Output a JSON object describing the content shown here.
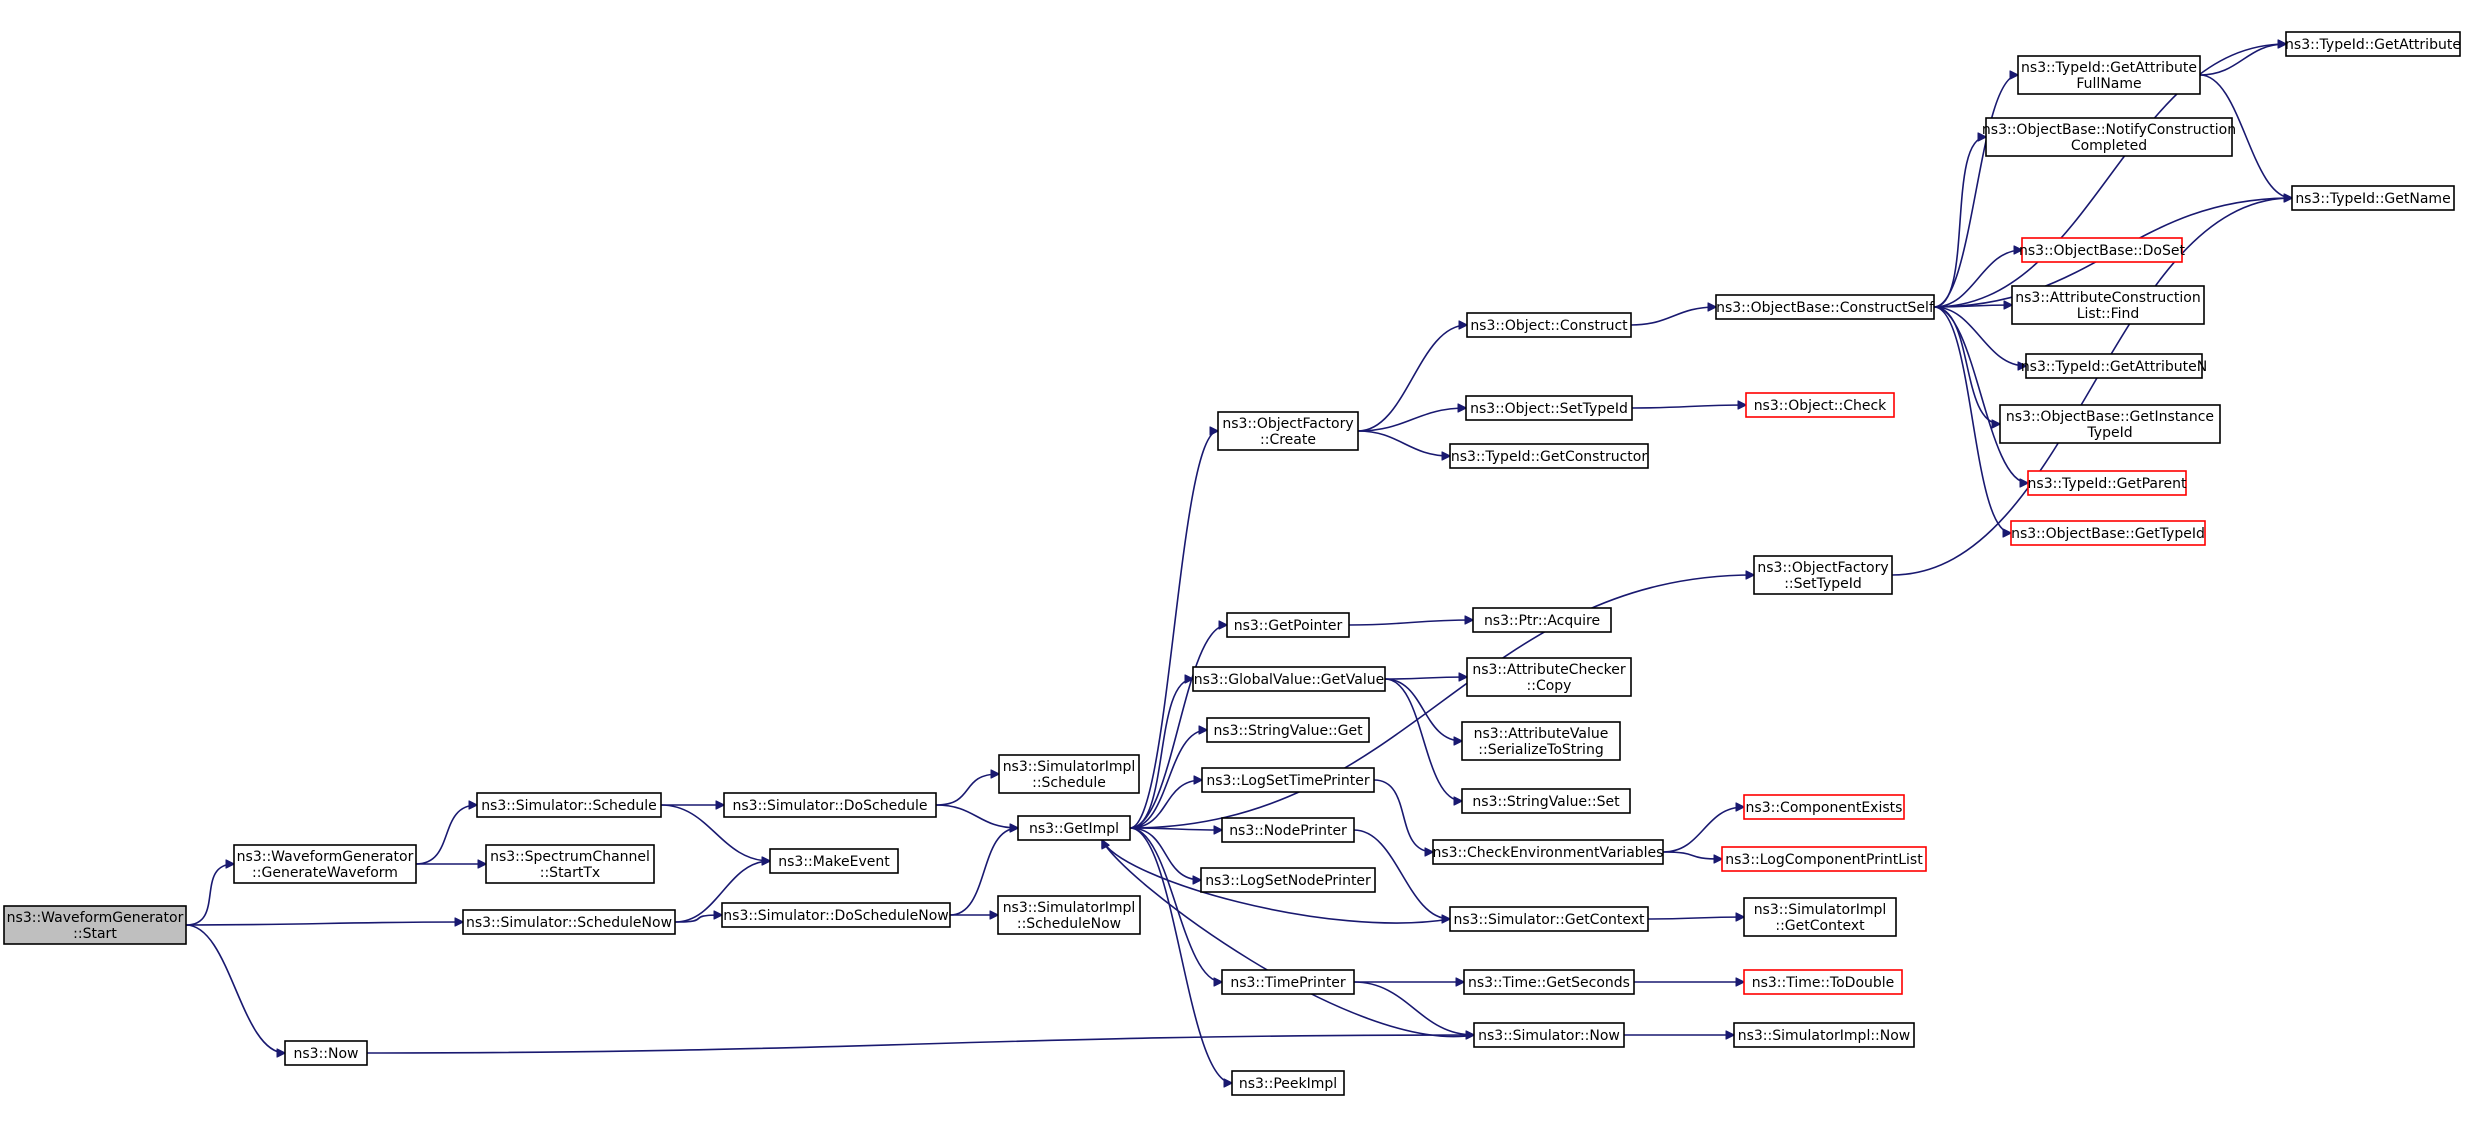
{
  "diagram": {
    "nodes": [
      {
        "id": "start",
        "label": [
          "ns3::WaveformGenerator",
          "::Start"
        ],
        "style": "root"
      },
      {
        "id": "genwave",
        "label": [
          "ns3::WaveformGenerator",
          "::GenerateWaveform"
        ],
        "style": "normal"
      },
      {
        "id": "now",
        "label": [
          "ns3::Now"
        ],
        "style": "normal"
      },
      {
        "id": "schedulenow",
        "label": [
          "ns3::Simulator::ScheduleNow"
        ],
        "style": "normal"
      },
      {
        "id": "schedule",
        "label": [
          "ns3::Simulator::Schedule"
        ],
        "style": "normal"
      },
      {
        "id": "starttx",
        "label": [
          "ns3::SpectrumChannel",
          "::StartTx"
        ],
        "style": "normal"
      },
      {
        "id": "makeevent",
        "label": [
          "ns3::MakeEvent"
        ],
        "style": "normal"
      },
      {
        "id": "doschedule",
        "label": [
          "ns3::Simulator::DoSchedule"
        ],
        "style": "normal"
      },
      {
        "id": "doschedulenow",
        "label": [
          "ns3::Simulator::DoScheduleNow"
        ],
        "style": "normal"
      },
      {
        "id": "implschedule",
        "label": [
          "ns3::SimulatorImpl",
          "::Schedule"
        ],
        "style": "normal"
      },
      {
        "id": "getimpl",
        "label": [
          "ns3::GetImpl"
        ],
        "style": "normal"
      },
      {
        "id": "implschedulenow",
        "label": [
          "ns3::SimulatorImpl",
          "::ScheduleNow"
        ],
        "style": "normal"
      },
      {
        "id": "ofcreate",
        "label": [
          "ns3::ObjectFactory",
          "::Create"
        ],
        "style": "normal"
      },
      {
        "id": "getpointer",
        "label": [
          "ns3::GetPointer"
        ],
        "style": "normal"
      },
      {
        "id": "gvgetvalue",
        "label": [
          "ns3::GlobalValue::GetValue"
        ],
        "style": "normal"
      },
      {
        "id": "svget",
        "label": [
          "ns3::StringValue::Get"
        ],
        "style": "normal"
      },
      {
        "id": "logsettimeprinter",
        "label": [
          "ns3::LogSetTimePrinter"
        ],
        "style": "normal"
      },
      {
        "id": "nodeprinter",
        "label": [
          "ns3::NodePrinter"
        ],
        "style": "normal"
      },
      {
        "id": "logsetnodeprinter",
        "label": [
          "ns3::LogSetNodePrinter"
        ],
        "style": "normal"
      },
      {
        "id": "timeprinter",
        "label": [
          "ns3::TimePrinter"
        ],
        "style": "normal"
      },
      {
        "id": "peekimpl",
        "label": [
          "ns3::PeekImpl"
        ],
        "style": "normal"
      },
      {
        "id": "objconstruct",
        "label": [
          "ns3::Object::Construct"
        ],
        "style": "normal"
      },
      {
        "id": "objsettypeid",
        "label": [
          "ns3::Object::SetTypeId"
        ],
        "style": "normal"
      },
      {
        "id": "getconstructor",
        "label": [
          "ns3::TypeId::GetConstructor"
        ],
        "style": "normal"
      },
      {
        "id": "ofsettypeid",
        "label": [
          "ns3::ObjectFactory",
          "::SetTypeId"
        ],
        "style": "normal"
      },
      {
        "id": "ptracquire",
        "label": [
          "ns3::Ptr::Acquire"
        ],
        "style": "normal"
      },
      {
        "id": "acchecker",
        "label": [
          "ns3::AttributeChecker",
          "::Copy"
        ],
        "style": "normal"
      },
      {
        "id": "avserialize",
        "label": [
          "ns3::AttributeValue",
          "::SerializeToString"
        ],
        "style": "normal"
      },
      {
        "id": "svset",
        "label": [
          "ns3::StringValue::Set"
        ],
        "style": "normal"
      },
      {
        "id": "checkenv",
        "label": [
          "ns3::CheckEnvironmentVariables"
        ],
        "style": "normal"
      },
      {
        "id": "simgetcontext",
        "label": [
          "ns3::Simulator::GetContext"
        ],
        "style": "normal"
      },
      {
        "id": "timegetseconds",
        "label": [
          "ns3::Time::GetSeconds"
        ],
        "style": "normal"
      },
      {
        "id": "simnow",
        "label": [
          "ns3::Simulator::Now"
        ],
        "style": "normal"
      },
      {
        "id": "constructself",
        "label": [
          "ns3::ObjectBase::ConstructSelf"
        ],
        "style": "normal"
      },
      {
        "id": "objcheck",
        "label": [
          "ns3::Object::Check"
        ],
        "style": "red"
      },
      {
        "id": "compexists",
        "label": [
          "ns3::ComponentExists"
        ],
        "style": "red"
      },
      {
        "id": "logcompprint",
        "label": [
          "ns3::LogComponentPrintList"
        ],
        "style": "red"
      },
      {
        "id": "implgetcontext",
        "label": [
          "ns3::SimulatorImpl",
          "::GetContext"
        ],
        "style": "normal"
      },
      {
        "id": "timetodouble",
        "label": [
          "ns3::Time::ToDouble"
        ],
        "style": "red"
      },
      {
        "id": "implnow",
        "label": [
          "ns3::SimulatorImpl::Now"
        ],
        "style": "normal"
      },
      {
        "id": "tgetattrfull",
        "label": [
          "ns3::TypeId::GetAttribute",
          "FullName"
        ],
        "style": "normal"
      },
      {
        "id": "notifyconstr",
        "label": [
          "ns3::ObjectBase::NotifyConstruction",
          "Completed"
        ],
        "style": "normal"
      },
      {
        "id": "obdoset",
        "label": [
          "ns3::ObjectBase::DoSet"
        ],
        "style": "red"
      },
      {
        "id": "acfind",
        "label": [
          "ns3::AttributeConstruction",
          "List::Find"
        ],
        "style": "normal"
      },
      {
        "id": "tgetattrn",
        "label": [
          "ns3::TypeId::GetAttributeN"
        ],
        "style": "normal"
      },
      {
        "id": "obgetinst",
        "label": [
          "ns3::ObjectBase::GetInstance",
          "TypeId"
        ],
        "style": "normal"
      },
      {
        "id": "tgetparent",
        "label": [
          "ns3::TypeId::GetParent"
        ],
        "style": "red"
      },
      {
        "id": "obgettypeid",
        "label": [
          "ns3::ObjectBase::GetTypeId"
        ],
        "style": "red"
      },
      {
        "id": "tgetattr",
        "label": [
          "ns3::TypeId::GetAttribute"
        ],
        "style": "normal"
      },
      {
        "id": "tgetname",
        "label": [
          "ns3::TypeId::GetName"
        ],
        "style": "normal"
      }
    ],
    "edges": [
      [
        "start",
        "genwave"
      ],
      [
        "start",
        "now"
      ],
      [
        "start",
        "schedulenow"
      ],
      [
        "genwave",
        "schedule"
      ],
      [
        "genwave",
        "starttx"
      ],
      [
        "now",
        "simnow"
      ],
      [
        "schedulenow",
        "makeevent"
      ],
      [
        "schedulenow",
        "doschedulenow"
      ],
      [
        "schedule",
        "makeevent"
      ],
      [
        "schedule",
        "doschedule"
      ],
      [
        "doschedule",
        "implschedule"
      ],
      [
        "doschedule",
        "getimpl"
      ],
      [
        "doschedulenow",
        "getimpl"
      ],
      [
        "doschedulenow",
        "implschedulenow"
      ],
      [
        "getimpl",
        "ofcreate"
      ],
      [
        "getimpl",
        "ofsettypeid"
      ],
      [
        "getimpl",
        "getpointer"
      ],
      [
        "getimpl",
        "gvgetvalue"
      ],
      [
        "getimpl",
        "svget"
      ],
      [
        "getimpl",
        "logsettimeprinter"
      ],
      [
        "getimpl",
        "nodeprinter"
      ],
      [
        "getimpl",
        "logsetnodeprinter"
      ],
      [
        "getimpl",
        "timeprinter"
      ],
      [
        "getimpl",
        "peekimpl"
      ],
      [
        "simgetcontext",
        "getimpl"
      ],
      [
        "simnow",
        "getimpl"
      ],
      [
        "ofcreate",
        "objconstruct"
      ],
      [
        "ofcreate",
        "objsettypeid"
      ],
      [
        "ofcreate",
        "getconstructor"
      ],
      [
        "objconstruct",
        "constructself"
      ],
      [
        "objsettypeid",
        "objcheck"
      ],
      [
        "ofsettypeid",
        "tgetname"
      ],
      [
        "getpointer",
        "ptracquire"
      ],
      [
        "gvgetvalue",
        "acchecker"
      ],
      [
        "gvgetvalue",
        "avserialize"
      ],
      [
        "gvgetvalue",
        "svset"
      ],
      [
        "logsettimeprinter",
        "checkenv"
      ],
      [
        "nodeprinter",
        "simgetcontext"
      ],
      [
        "checkenv",
        "compexists"
      ],
      [
        "checkenv",
        "logcompprint"
      ],
      [
        "simgetcontext",
        "implgetcontext"
      ],
      [
        "timeprinter",
        "timegetseconds"
      ],
      [
        "timeprinter",
        "simnow"
      ],
      [
        "timegetseconds",
        "timetodouble"
      ],
      [
        "simnow",
        "implnow"
      ],
      [
        "constructself",
        "tgetattrfull"
      ],
      [
        "constructself",
        "tgetattr"
      ],
      [
        "constructself",
        "notifyconstr"
      ],
      [
        "constructself",
        "tgetname"
      ],
      [
        "constructself",
        "obdoset"
      ],
      [
        "constructself",
        "acfind"
      ],
      [
        "constructself",
        "tgetattrn"
      ],
      [
        "constructself",
        "obgetinst"
      ],
      [
        "constructself",
        "tgetparent"
      ],
      [
        "constructself",
        "obgettypeid"
      ],
      [
        "tgetattrfull",
        "tgetattr"
      ],
      [
        "tgetattrfull",
        "tgetname"
      ]
    ]
  }
}
